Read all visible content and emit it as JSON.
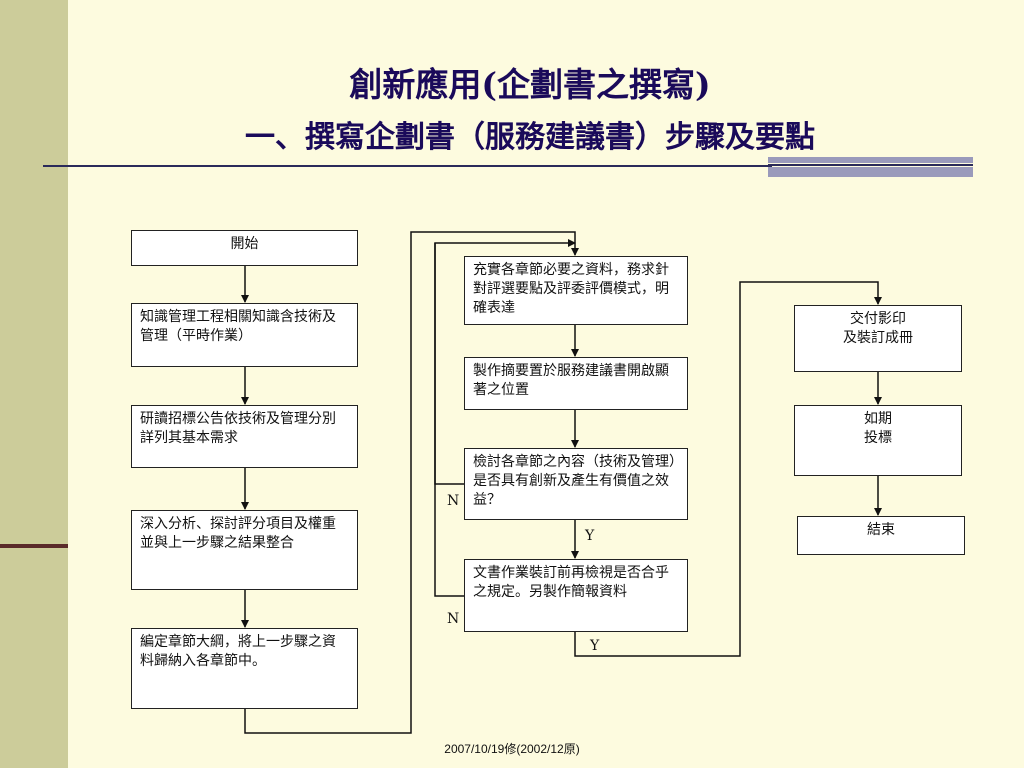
{
  "title": {
    "line1": "創新應用(企劃書之撰寫)",
    "line2": "一、撰寫企劃書（服務建議書）步驟及要點"
  },
  "flow": {
    "left": [
      "開始",
      "知識管理工程相關知識含技術及管理（平時作業）",
      "研讀招標公告依技術及管理分別詳列其基本需求",
      "深入分析、探討評分項目及權重並與上一步驟之結果整合",
      "編定章節大綱，將上一步驟之資料歸納入各章節中。"
    ],
    "middle": [
      "充實各章節必要之資料，務求針對評選要點及評委評價模式，明確表達",
      "製作摘要置於服務建議書開啟顯著之位置",
      "檢討各章節之內容（技術及管理）是否具有創新及產生有價值之效益？",
      "文書作業裝訂前再檢視是否合乎之規定。另製作簡報資料"
    ],
    "right": [
      "交付影印\n及裝訂成冊",
      "如期\n投標",
      "結束"
    ],
    "labels": {
      "no1": "N",
      "yes1": "Y",
      "no2": "N",
      "yes2": "Y"
    }
  },
  "footer": "2007/10/19修(2002/12原)"
}
